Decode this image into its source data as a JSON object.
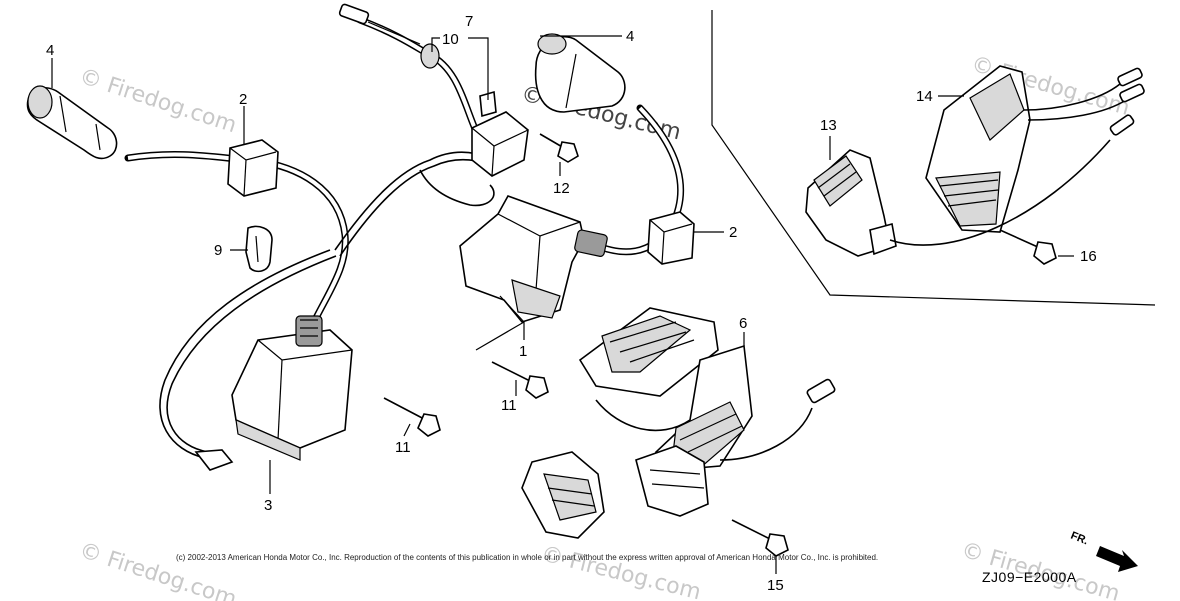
{
  "callouts": {
    "c4a": "4",
    "c2a": "2",
    "c9": "9",
    "c3": "3",
    "c10": "10",
    "c7": "7",
    "c4b": "4",
    "c12": "12",
    "c2b": "2",
    "c1": "1",
    "c11a": "11",
    "c11b": "11",
    "c6": "6",
    "c15": "15",
    "c13": "13",
    "c14": "14",
    "c16": "16"
  },
  "watermark": {
    "brand": "Firedog.com",
    "symbol": "©"
  },
  "copyright": "(c) 2002-2013 American Honda Motor Co., Inc. Reproduction of the contents of this publication in whole or in part without the express written approval of American Honda Motor Co., Inc. is prohibited.",
  "diagram_code": "ZJ09−E2000A",
  "front_marker": "FR."
}
